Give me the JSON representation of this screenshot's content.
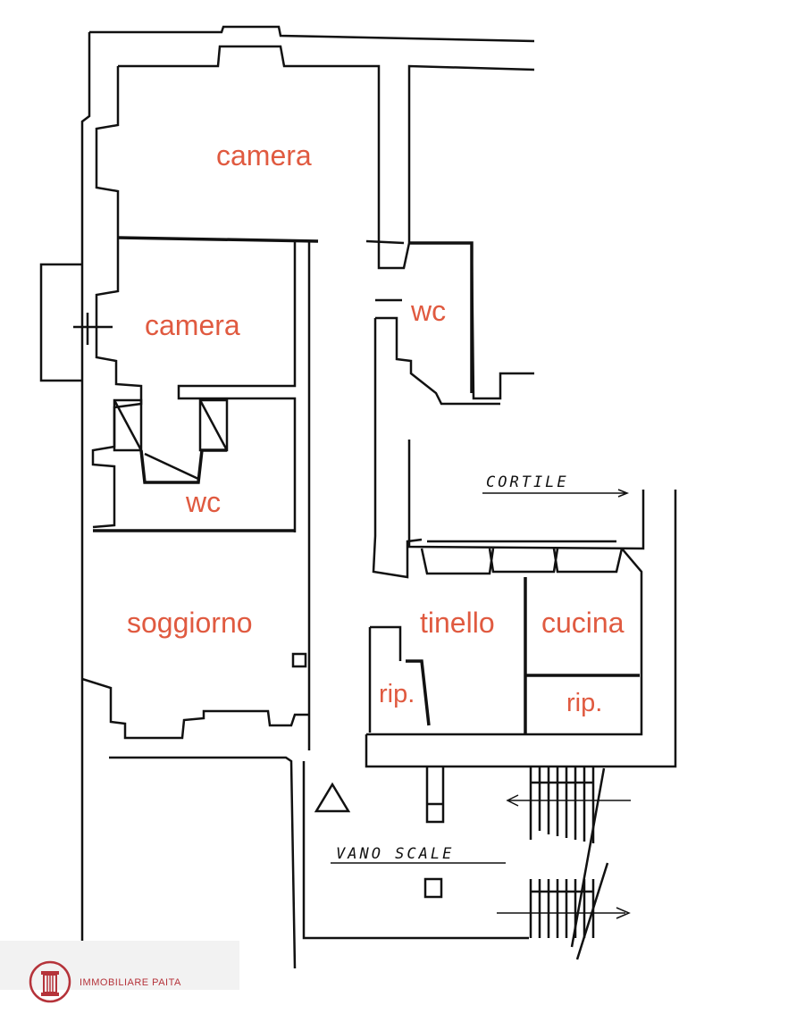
{
  "rooms": {
    "camera_top": "camera",
    "camera_mid": "camera",
    "wc_upper": "wc",
    "wc_lower": "wc",
    "soggiorno": "soggiorno",
    "tinello": "tinello",
    "cucina": "cucina",
    "rip_left": "rip.",
    "rip_right": "rip."
  },
  "annotations": {
    "cortile": "CORTILE",
    "vano_scale": "VANO SCALE"
  },
  "logo": {
    "text": "IMMOBILIARE PAITA"
  },
  "colors": {
    "label": "#e05a40",
    "wall": "#111111",
    "logo": "#b5333a"
  }
}
